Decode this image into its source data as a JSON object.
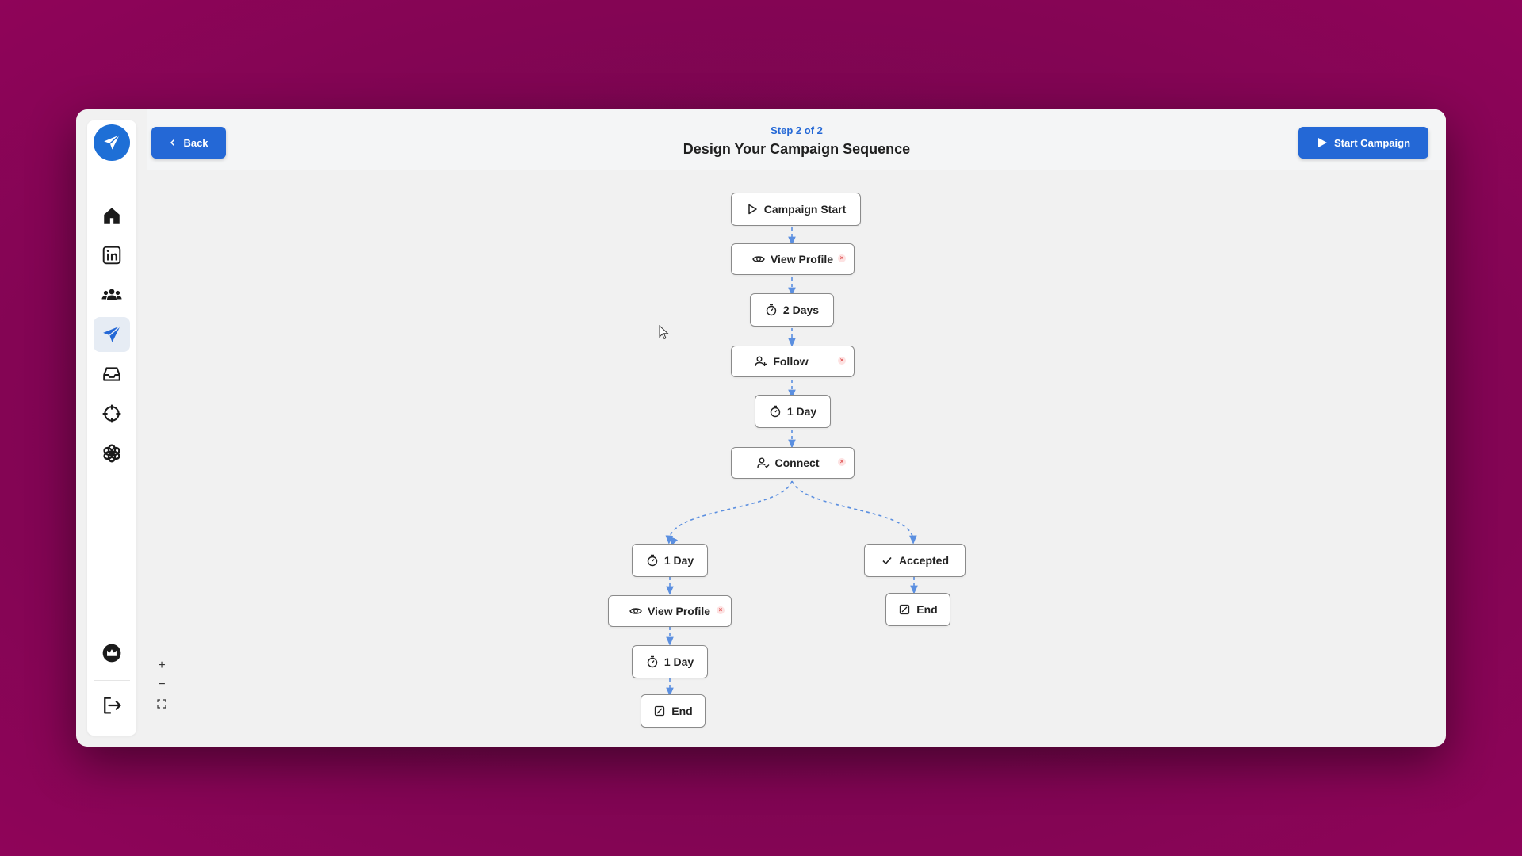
{
  "header": {
    "back_label": "Back",
    "step_label": "Step 2 of 2",
    "title": "Design Your Campaign Sequence",
    "start_label": "Start Campaign"
  },
  "sidebar": {
    "items": [
      {
        "name": "home",
        "icon": "home-icon"
      },
      {
        "name": "linkedin",
        "icon": "linkedin-icon"
      },
      {
        "name": "audience",
        "icon": "users-icon"
      },
      {
        "name": "campaigns",
        "icon": "send-icon",
        "active": true
      },
      {
        "name": "inbox",
        "icon": "inbox-icon"
      },
      {
        "name": "targeting",
        "icon": "crosshair-icon"
      },
      {
        "name": "ai",
        "icon": "openai-icon"
      }
    ],
    "bottom": [
      {
        "name": "premium",
        "icon": "crown-icon"
      },
      {
        "name": "logout",
        "icon": "logout-icon"
      }
    ]
  },
  "flow": {
    "main": [
      {
        "label": "Campaign Start",
        "icon": "play-icon",
        "removable": false
      },
      {
        "label": "View Profile",
        "icon": "eye-icon",
        "removable": true
      },
      {
        "label": "2 Days",
        "icon": "timer-icon",
        "removable": false
      },
      {
        "label": "Follow",
        "icon": "user-plus-icon",
        "removable": true
      },
      {
        "label": "1 Day",
        "icon": "timer-icon",
        "removable": false
      },
      {
        "label": "Connect",
        "icon": "user-check-icon",
        "removable": true
      }
    ],
    "branch_left": [
      {
        "label": "1 Day",
        "icon": "timer-icon",
        "removable": false
      },
      {
        "label": "View Profile",
        "icon": "eye-icon",
        "removable": true
      },
      {
        "label": "1 Day",
        "icon": "timer-icon",
        "removable": false
      },
      {
        "label": "End",
        "icon": "end-icon",
        "removable": false
      }
    ],
    "branch_right": [
      {
        "label": "Accepted",
        "icon": "check-icon",
        "removable": false
      },
      {
        "label": "End",
        "icon": "end-icon",
        "removable": false
      }
    ]
  },
  "zoom_controls": {
    "zoom_in": "+",
    "zoom_out": "−"
  },
  "colors": {
    "accent": "#2468d6",
    "connector": "#5b8fe0",
    "remove": "#e05555"
  }
}
